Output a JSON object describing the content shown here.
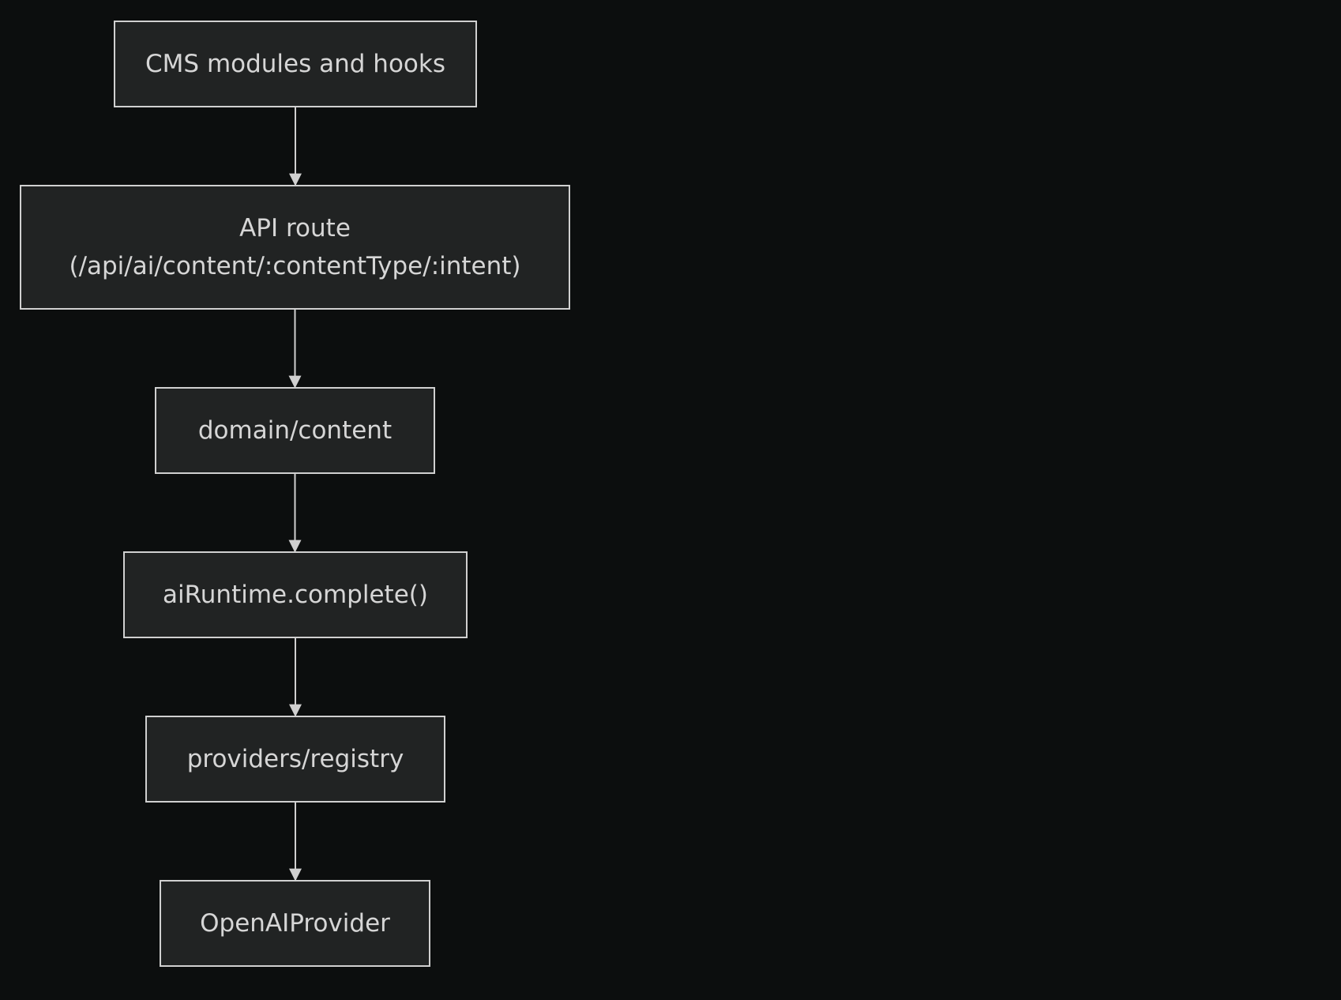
{
  "diagram": {
    "background": "#0c0e0e",
    "node_fill": "#212323",
    "node_stroke": "#d0d0d0",
    "text_color": "#d6d6d6",
    "edge_color": "#d0d0d0",
    "nodes": [
      {
        "id": "cms",
        "lines": [
          "CMS modules and hooks"
        ]
      },
      {
        "id": "api",
        "lines": [
          "API route",
          "(/api/ai/content/:contentType/:intent)"
        ]
      },
      {
        "id": "domain",
        "lines": [
          "domain/content"
        ]
      },
      {
        "id": "runtime",
        "lines": [
          "aiRuntime.complete()"
        ]
      },
      {
        "id": "registry",
        "lines": [
          "providers/registry"
        ]
      },
      {
        "id": "openai",
        "lines": [
          "OpenAIProvider"
        ]
      }
    ],
    "edges": [
      {
        "from": "cms",
        "to": "api"
      },
      {
        "from": "api",
        "to": "domain"
      },
      {
        "from": "domain",
        "to": "runtime"
      },
      {
        "from": "runtime",
        "to": "registry"
      },
      {
        "from": "registry",
        "to": "openai"
      }
    ]
  }
}
